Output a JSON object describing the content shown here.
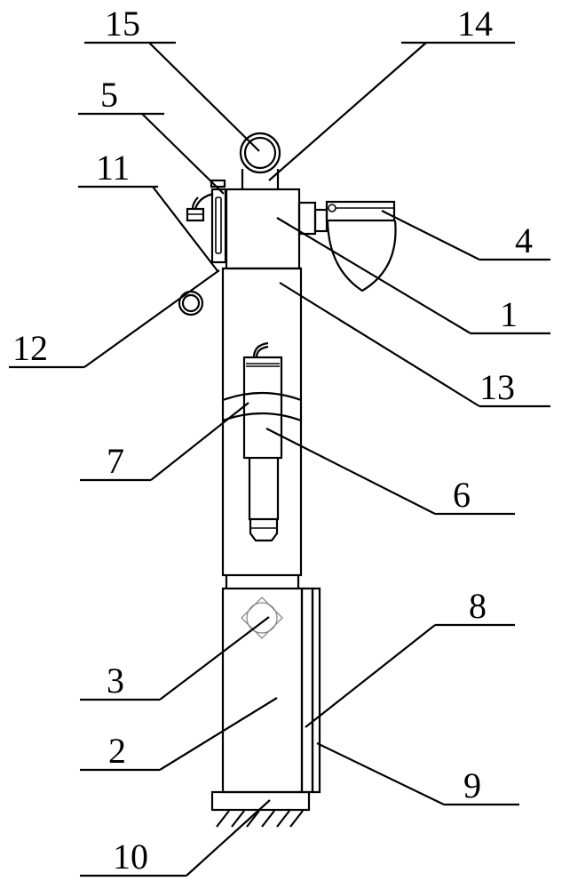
{
  "figure": {
    "type": "patent mechanical drawing",
    "labels": {
      "l1": "1",
      "l2": "2",
      "l3": "3",
      "l4": "4",
      "l5": "5",
      "l6": "6",
      "l7": "7",
      "l8": "8",
      "l9": "9",
      "l10": "10",
      "l11": "11",
      "l12": "12",
      "l13": "13",
      "l14": "14",
      "l15": "15"
    }
  }
}
